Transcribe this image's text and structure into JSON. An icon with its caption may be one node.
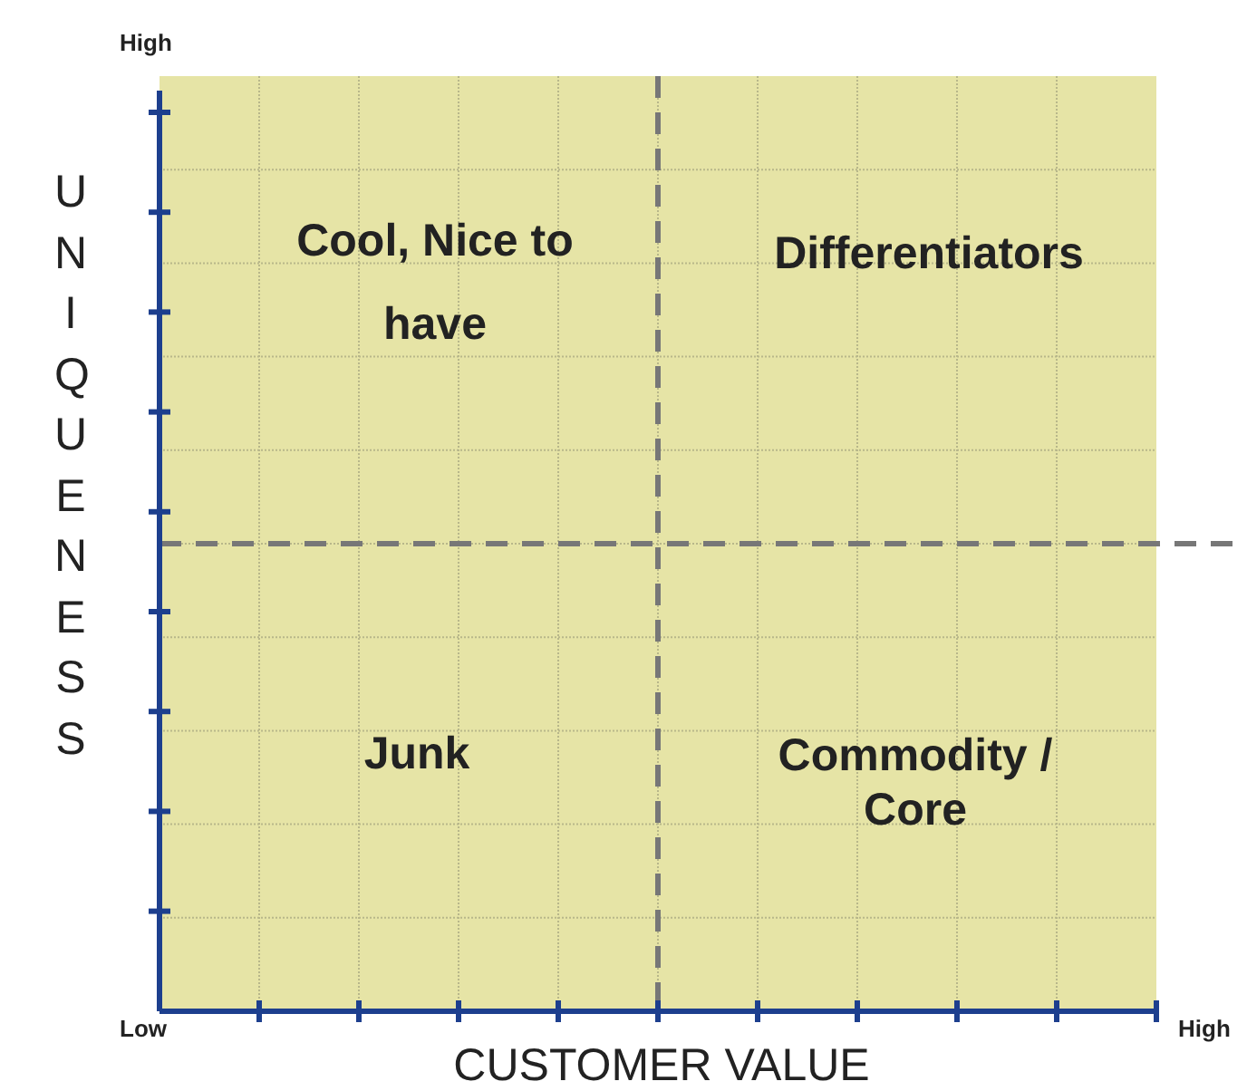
{
  "diagram": {
    "labels": [
      "High",
      "Cool, Nice to have",
      "Differentiators",
      "UNIQUENESS",
      "Junk",
      "Commodity / Core",
      "Low",
      "High",
      "CUSTOMER VALUE"
    ]
  }
}
